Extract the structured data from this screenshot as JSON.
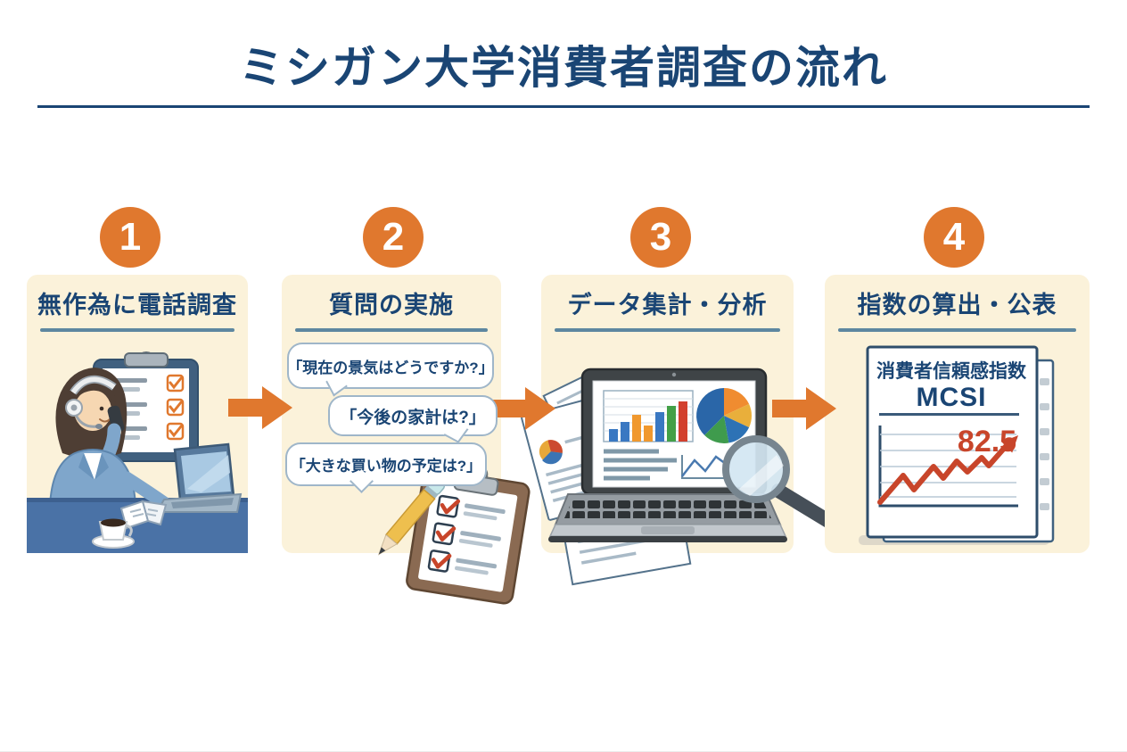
{
  "title": "ミシガン大学消費者調査の流れ",
  "colors": {
    "navy": "#1a4574",
    "orange": "#e0782e",
    "cream": "#fbf2da",
    "rule": "#5d87a0",
    "accent_red": "#c8452a"
  },
  "steps": [
    {
      "number": "1",
      "label": "無作為に電話調査"
    },
    {
      "number": "2",
      "label": "質問の実施",
      "bubbles": [
        "「現在の景気はどうですか?」",
        "「今後の家計は?」",
        "「大きな買い物の予定は?」"
      ]
    },
    {
      "number": "3",
      "label": "データ集計・分析"
    },
    {
      "number": "4",
      "label": "指数の算出・公表",
      "document": {
        "heading": "消費者信頼感指数",
        "index_name": "MCSI",
        "index_value": "82.5"
      }
    }
  ]
}
